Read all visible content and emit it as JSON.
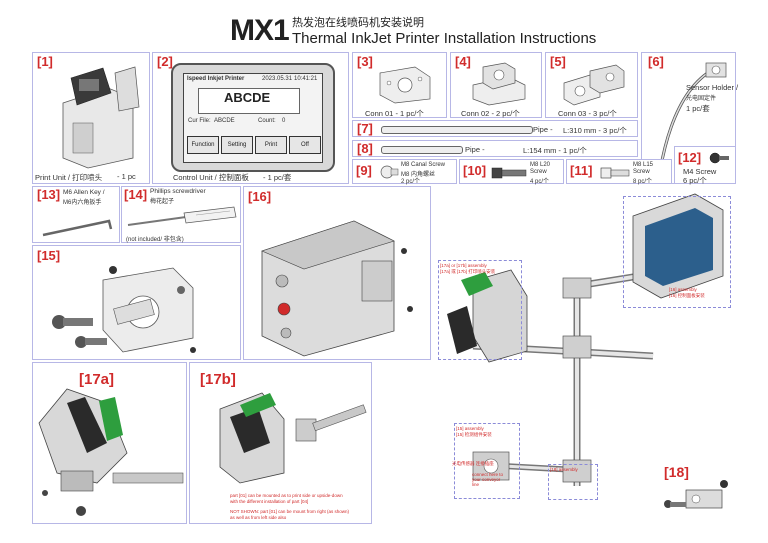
{
  "header": {
    "model": "MX1",
    "title_cn": "热发泡在线喷码机安装说明",
    "title_en": "Thermal InkJet Printer Installation Instructions"
  },
  "parts": {
    "p1": {
      "num": "[1]",
      "label": "Print Unit / 打印喷头",
      "qty": "- 1 pc"
    },
    "p2": {
      "num": "[2]",
      "label": "Control Unit / 控制面板",
      "qty": "- 1 pc/套",
      "screen": {
        "title": "Ispeed Inkjet Printer",
        "date": "2023.05.31",
        "time": "10:41:21",
        "file_label": "Cur File:",
        "file_value": "ABCDE",
        "count_label": "Count:",
        "count_value": "0",
        "buttons": [
          "Function",
          "Setting",
          "Print",
          "Off"
        ]
      }
    },
    "p3": {
      "num": "[3]",
      "label": "Conn 01 - 1 pc/个"
    },
    "p4": {
      "num": "[4]",
      "label": "Conn 02 - 2 pc/个"
    },
    "p5": {
      "num": "[5]",
      "label": "Conn 03 - 3 pc/个"
    },
    "p6": {
      "num": "[6]",
      "label1": "Sensor Holder /",
      "label2": "光电固定件",
      "qty": "1 pc/套"
    },
    "p7": {
      "num": "[7]",
      "label": "Pipe -",
      "spec": "L:310 mm - 3 pc/个"
    },
    "p8": {
      "num": "[8]",
      "label": "Pipe -",
      "spec": "L:154 mm - 1 pc/个"
    },
    "p9": {
      "num": "[9]",
      "label1": "M8 Canal Screw",
      "label2": "M8 内角螺丝",
      "qty": "2 pc/个"
    },
    "p10": {
      "num": "[10]",
      "label1": "M8 L20",
      "label2": "Screw",
      "qty": "4 pc/个"
    },
    "p11": {
      "num": "[11]",
      "label1": "M8 L15",
      "label2": "Screw",
      "qty": "8 pc/个"
    },
    "p12": {
      "num": "[12]",
      "label": "M4 Screw",
      "qty": "6 pc/个"
    },
    "p13": {
      "num": "[13]",
      "label1": "M6 Allen Key /",
      "label2": "M6内六角扳手"
    },
    "p14": {
      "num": "[14]",
      "label1": "Phillips screwdriver",
      "label2": "梅花起子",
      "note": "(not included/ 非包含)"
    }
  },
  "steps": {
    "s15": {
      "num": "[15]"
    },
    "s16": {
      "num": "[16]"
    },
    "s17a": {
      "num": "[17a]"
    },
    "s17b": {
      "num": "[17b]"
    },
    "s18": {
      "num": "[18]"
    },
    "note1": "part [01] can be mounted as to print side or upside-down",
    "note2": "with the different installation of part [04]",
    "note3": "NOT SHOWN: part [01] can be mount from right (as shown)",
    "note4": "as well as from left side also",
    "asm_17": "[17a] or [17b] assembly",
    "asm_17cn": "[17a] 或 [17b] 打印喷头安装",
    "asm_16": "[16] assembly",
    "asm_16b": "[16] 控制面板安装",
    "asm_15": "[15] assembly",
    "asm_15cn": "[15] 检测组件安装",
    "asm_18": "[18] assembly",
    "connect_cn": "光电传感器\n连接插座",
    "connect_en": "connect here to your conveyor line"
  },
  "colors": {
    "accent_red": "#d12b2b",
    "panel_border": "#b7b7e6",
    "green": "#2e9e3e"
  }
}
